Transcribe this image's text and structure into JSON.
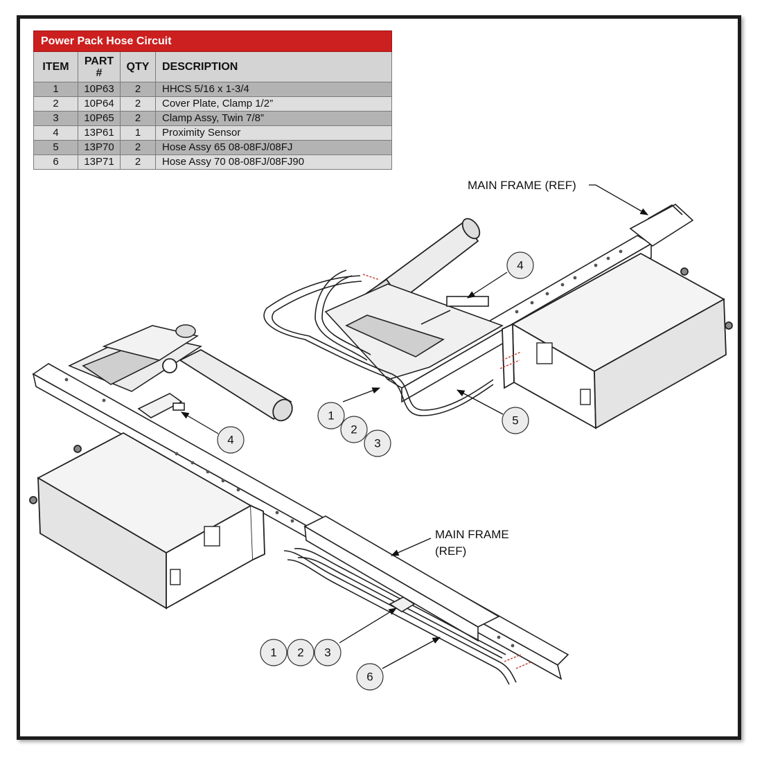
{
  "table": {
    "title": "Power Pack Hose Circuit",
    "headers": {
      "item": "ITEM",
      "part": "PART #",
      "qty": "QTY",
      "description": "DESCRIPTION"
    },
    "rows": [
      {
        "item": "1",
        "part": "10P63",
        "qty": "2",
        "description": "HHCS 5/16 x 1-3/4"
      },
      {
        "item": "2",
        "part": "10P64",
        "qty": "2",
        "description": "Cover Plate, Clamp 1/2”"
      },
      {
        "item": "3",
        "part": "10P65",
        "qty": "2",
        "description": "Clamp Assy, Twin 7/8”"
      },
      {
        "item": "4",
        "part": "13P61",
        "qty": "1",
        "description": "Proximity Sensor"
      },
      {
        "item": "5",
        "part": "13P70",
        "qty": "2",
        "description": "Hose Assy 65 08-08FJ/08FJ"
      },
      {
        "item": "6",
        "part": "13P71",
        "qty": "2",
        "description": "Hose Assy 70 08-08FJ/08FJ90"
      }
    ]
  },
  "callouts": {
    "main_frame_top": "MAIN FRAME (REF)",
    "main_frame_bottom_line1": "MAIN FRAME",
    "main_frame_bottom_line2": "(REF)",
    "bubbles": {
      "top_4": "4",
      "top_1": "1",
      "top_2": "2",
      "top_3": "3",
      "top_5": "5",
      "left_4": "4",
      "bottom_1": "1",
      "bottom_2": "2",
      "bottom_3": "3",
      "bottom_6": "6"
    }
  },
  "colors": {
    "title_bar": "#cc1f1f",
    "row_dark": "#b3b3b3",
    "row_light": "#dedede",
    "header": "#d4d4d4",
    "frame_border": "#1c1c1c"
  }
}
